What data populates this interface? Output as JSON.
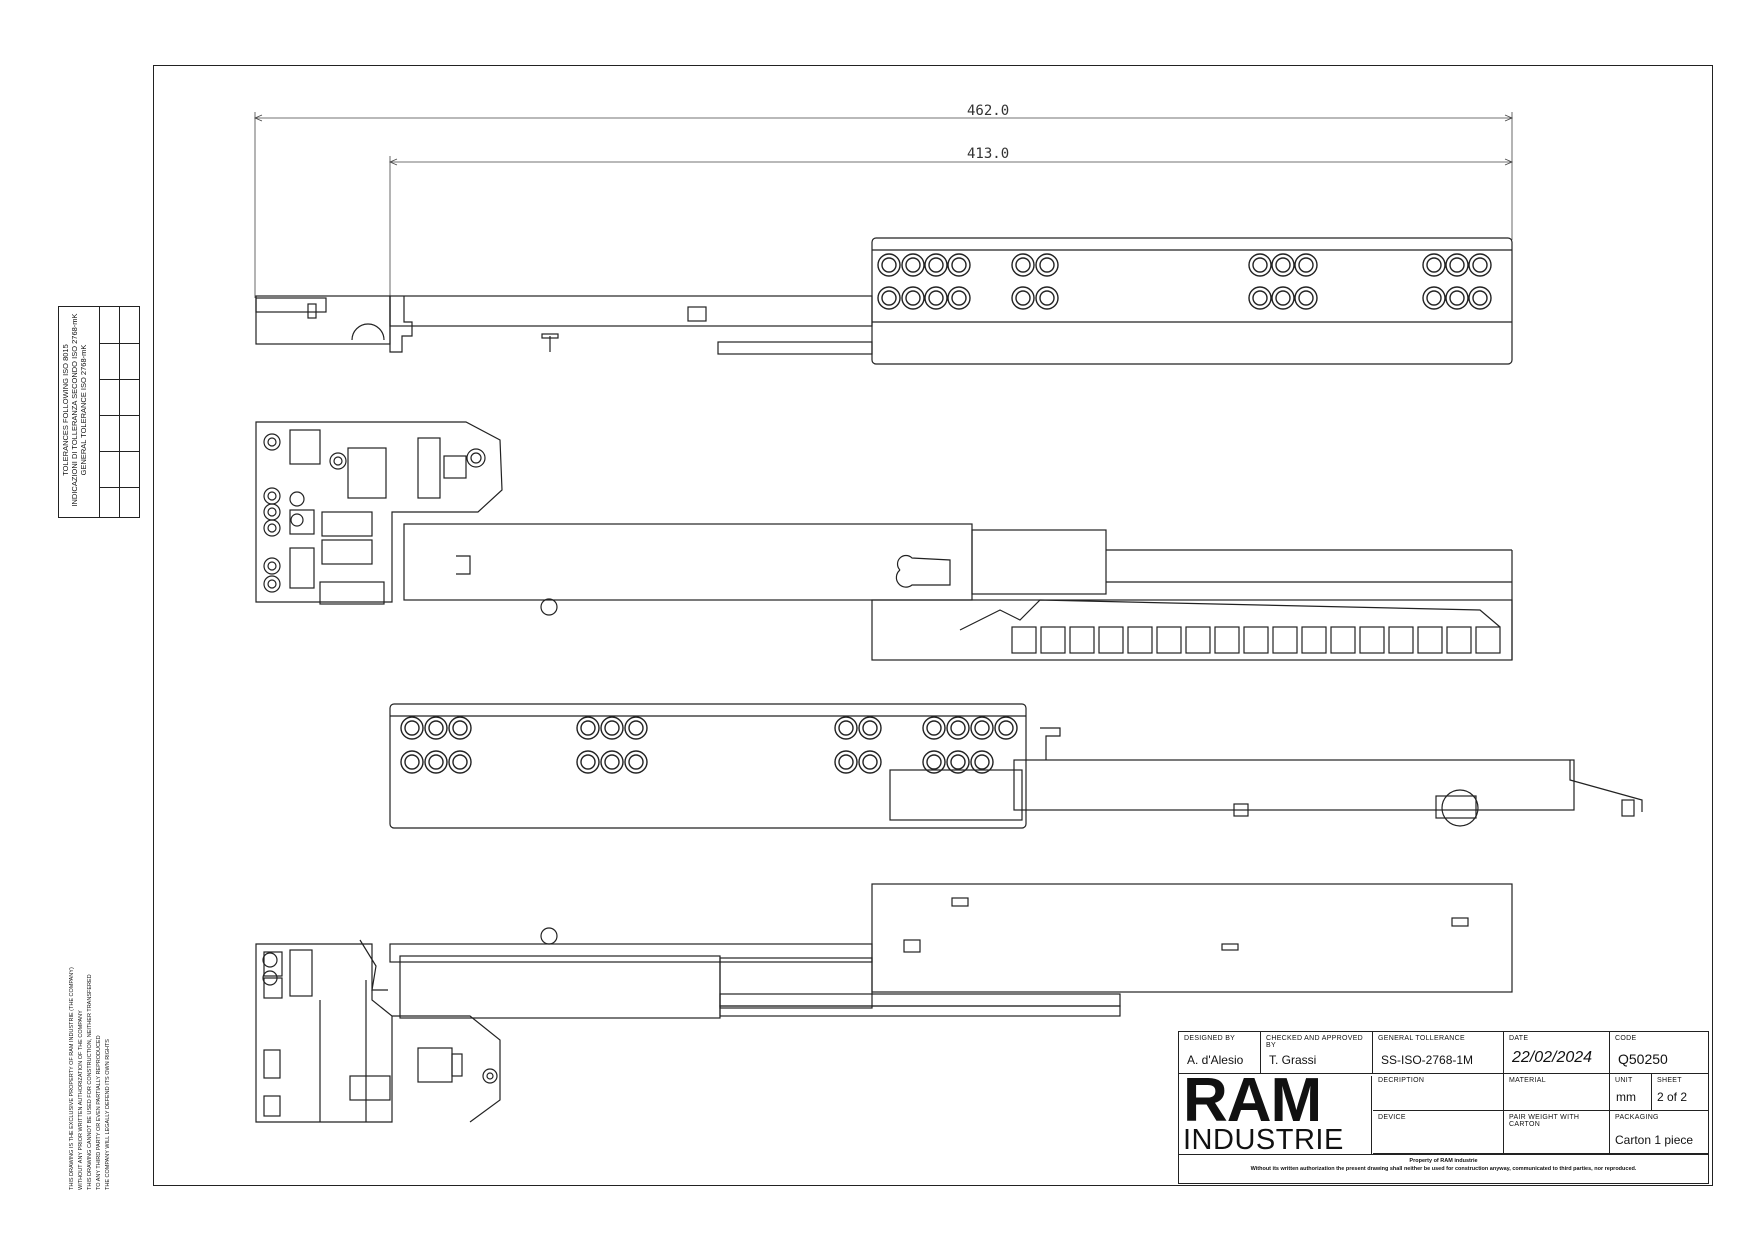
{
  "dimensions": {
    "overall": "462.0",
    "inner": "413.0"
  },
  "tolerance_table": {
    "title": "TOLERANCES FOLLOWING ISO 8015",
    "lines": [
      "INDICAZIONI DI TOLLERANZA SECONDO ISO 2768-mK",
      "GENERAL TOLERANCE ISO 2768-mK"
    ]
  },
  "disclaimer": [
    "THIS DRAWING IS THE EXCLUSIVE PROPERTY OF RAM INDUSTRIE (THE COMPANY)",
    "WITHOUT ANY PRIOR WRITTEN AUTHORIZATION OF THE COMPANY",
    "THIS DRAWING CANNOT BE USED FOR CONSTRUCTION, NEITHER TRANSFERED",
    "TO ANY THIRD PARTY OR EVEN PARTIALLY REPRODUCED",
    "THE COMPANY WILL LEGALLY DEFEND ITS OWN RIGHTS"
  ],
  "title_block": {
    "designed_by_label": "DESIGNED BY",
    "designed_by": "A. d'Alesio",
    "checked_label": "CHECKED AND APPROVED BY",
    "checked_by": "T. Grassi",
    "general_tol_label": "GENERAL TOLLERANCE",
    "general_tol": "SS-ISO-2768-1M",
    "date_label": "DATE",
    "date": "22/02/2024",
    "code_label": "CODE",
    "code": "Q50250",
    "description_label": "DECRIPTION",
    "material_label": "MATERIAL",
    "unit_label": "UNIT",
    "unit": "mm",
    "sheet_label": "SHEET",
    "sheet": "2 of 2",
    "device_label": "DEVICE",
    "pair_weight_label": "PAIR WEIGHT WITH CARTON",
    "packaging_label": "PACKAGING",
    "packaging": "Carton 1 piece",
    "logo_top": "RAM",
    "logo_bottom": "INDUSTRIE",
    "footer_line1": "Property of RAM industrie",
    "footer_line2": "Without its written authorization the present drawing shall neither be used for construction anyway, communicated to third parties, nor reproduced."
  }
}
